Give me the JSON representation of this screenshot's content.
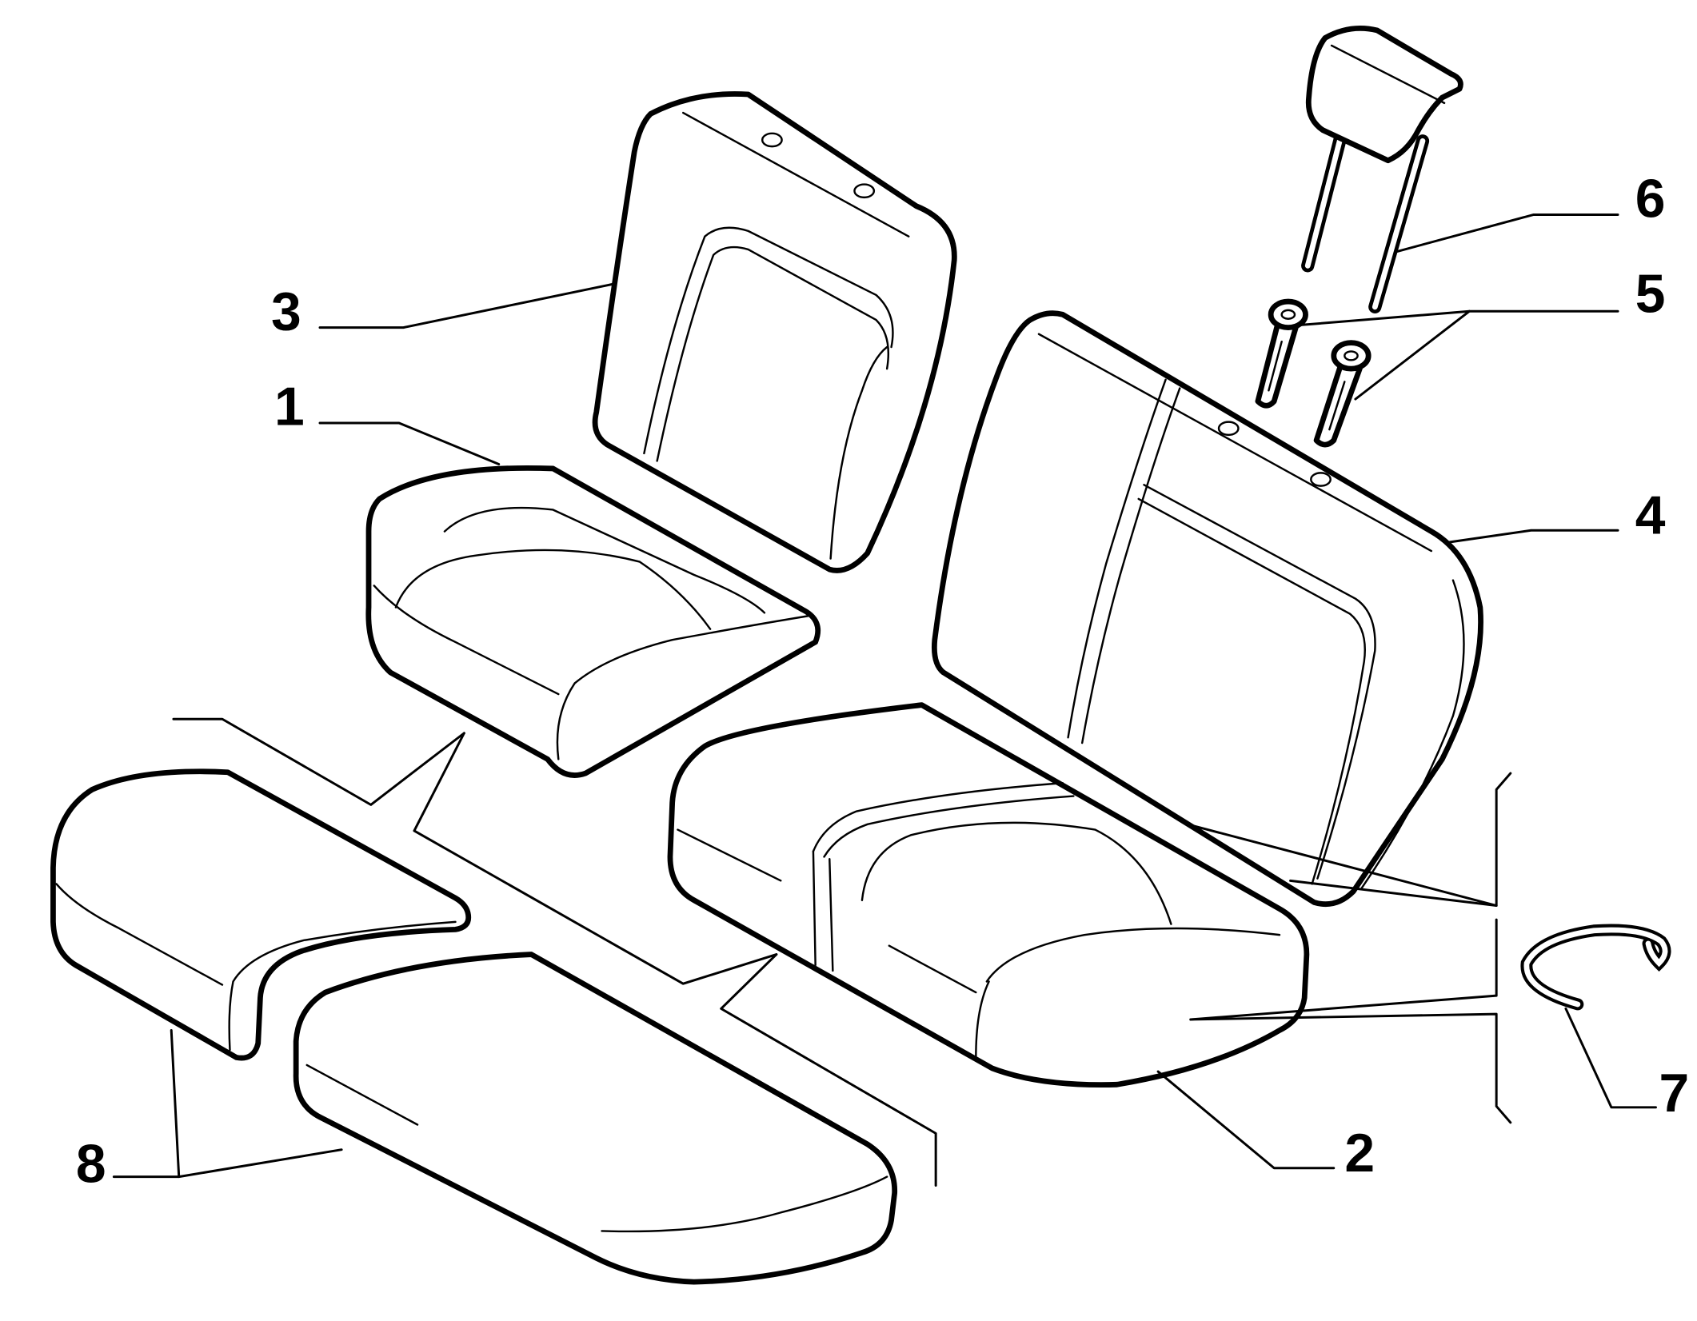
{
  "diagram": {
    "callouts": [
      {
        "id": "1",
        "label": "1"
      },
      {
        "id": "2",
        "label": "2"
      },
      {
        "id": "3",
        "label": "3"
      },
      {
        "id": "4",
        "label": "4"
      },
      {
        "id": "5",
        "label": "5"
      },
      {
        "id": "6",
        "label": "6"
      },
      {
        "id": "7",
        "label": "7"
      },
      {
        "id": "8",
        "label": "8"
      }
    ],
    "parts": [
      {
        "callout": "1",
        "name": "left-seat-cushion"
      },
      {
        "callout": "2",
        "name": "right-seat-cushion"
      },
      {
        "callout": "3",
        "name": "left-seatback"
      },
      {
        "callout": "4",
        "name": "right-seatback"
      },
      {
        "callout": "5",
        "name": "headrest-guides"
      },
      {
        "callout": "6",
        "name": "headrest"
      },
      {
        "callout": "7",
        "name": "hook-clip"
      },
      {
        "callout": "8",
        "name": "cushion-pads"
      }
    ]
  }
}
